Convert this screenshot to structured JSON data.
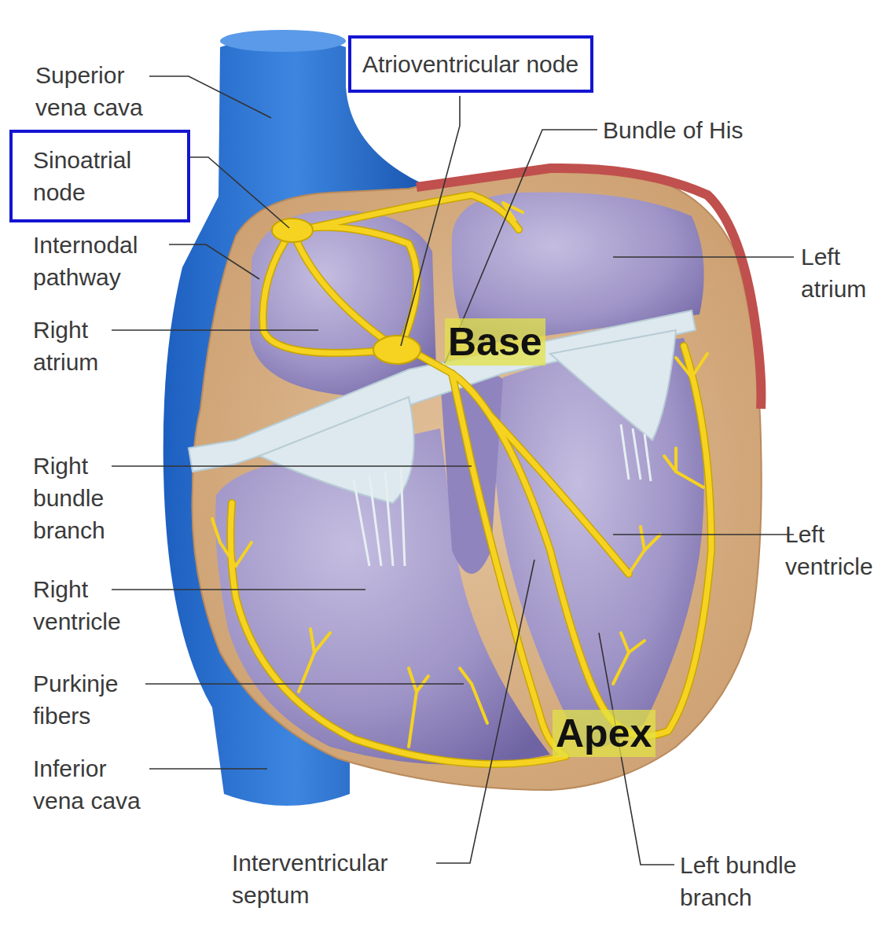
{
  "diagram": {
    "nodes": [
      {
        "text": [
          "Atrioventricular node"
        ]
      },
      {
        "text": [
          "Sinoatrial node"
        ]
      },
      {
        "text": [
          "Base"
        ]
      },
      {
        "text": [
          "Apex"
        ]
      }
    ],
    "labels": [
      "Superior vena cava",
      "Bundle of His",
      "Internodal pathway",
      "Left atrium",
      "Right atrium",
      "Right bundle branch",
      "Left ventricle",
      "Right ventricle",
      "Purkinje fibers",
      "Inferior vena cava",
      "Interventricular septum",
      "Left bundle branch"
    ]
  }
}
